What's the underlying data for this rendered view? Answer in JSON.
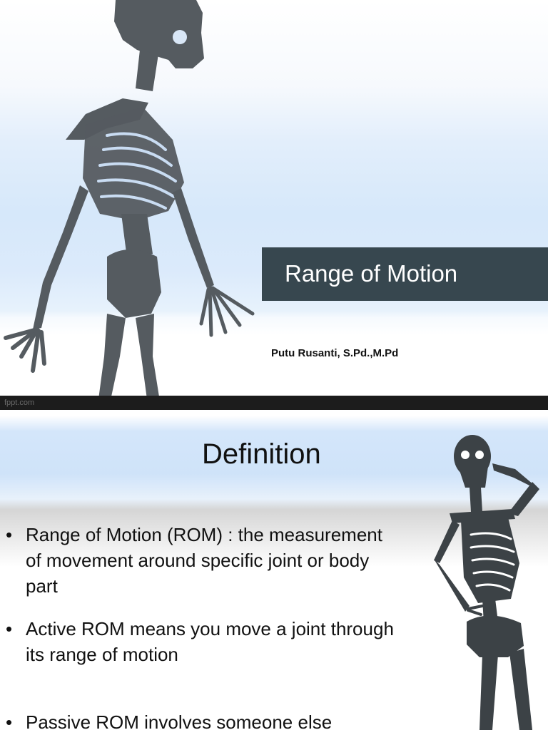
{
  "slide1": {
    "title": "Range of Motion",
    "author": "Putu Rusanti, S.Pd.,M.Pd",
    "footer": "fppt.com",
    "colors": {
      "title_band": "#37474f",
      "skeleton": "#555b60",
      "footer_bar": "#1c1c1c"
    }
  },
  "slide2": {
    "title": "Definition",
    "bullets": [
      {
        "text": "Range of Motion (ROM) : the measurement of movement around specific joint or body part"
      },
      {
        "text": "Active ROM means you move a joint through its range of motion"
      },
      {
        "text": "Passive ROM involves someone else"
      }
    ],
    "colors": {
      "skeleton": "#3c4246"
    }
  }
}
